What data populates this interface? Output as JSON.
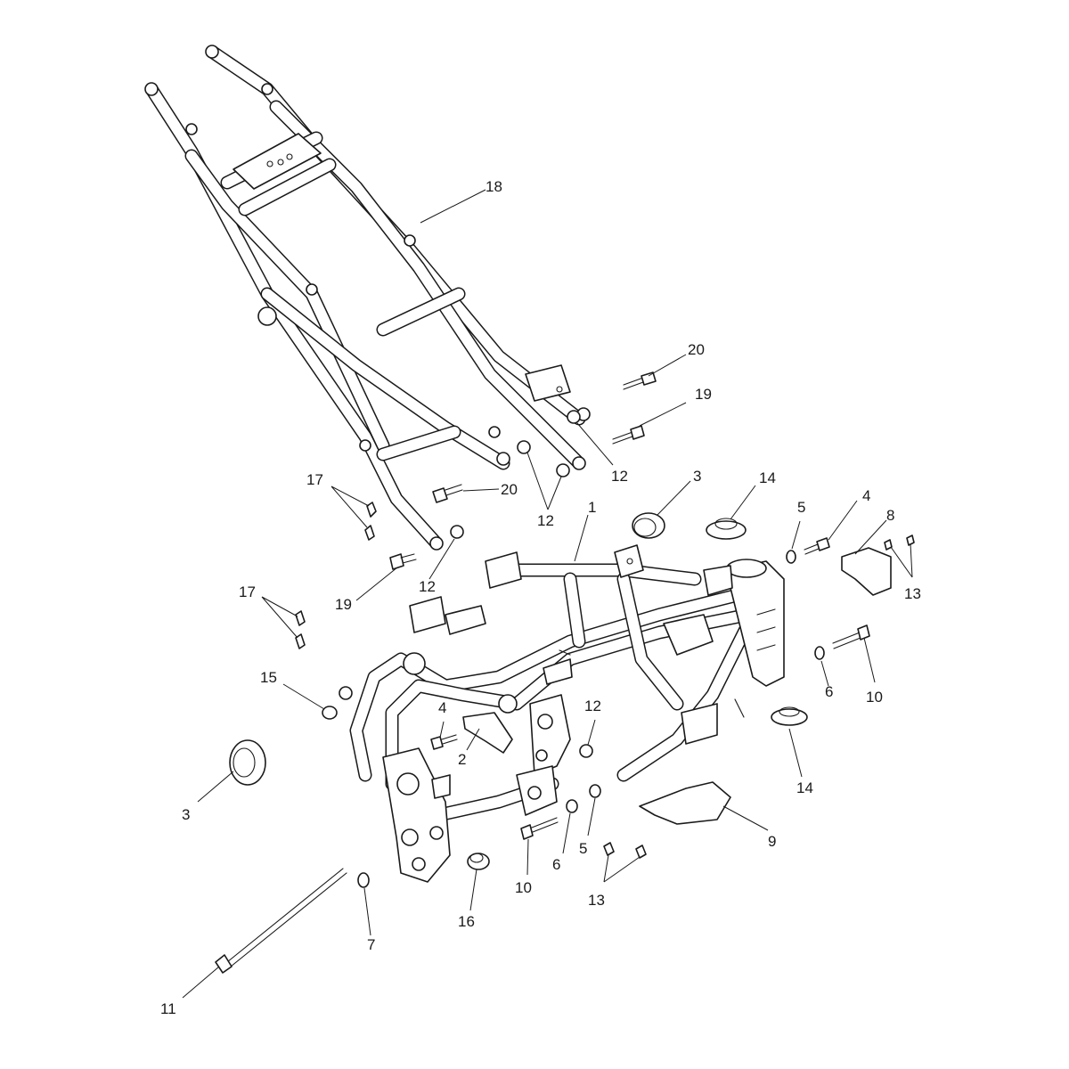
{
  "diagram": {
    "callouts": [
      {
        "id": "c18",
        "text": "18"
      },
      {
        "id": "c20a",
        "text": "20"
      },
      {
        "id": "c19a",
        "text": "19"
      },
      {
        "id": "c12a",
        "text": "12"
      },
      {
        "id": "c3a",
        "text": "3"
      },
      {
        "id": "c14a",
        "text": "14"
      },
      {
        "id": "c5a",
        "text": "5"
      },
      {
        "id": "c4a",
        "text": "4"
      },
      {
        "id": "c8",
        "text": "8"
      },
      {
        "id": "c13a",
        "text": "13"
      },
      {
        "id": "c17a",
        "text": "17"
      },
      {
        "id": "c20b",
        "text": "20"
      },
      {
        "id": "c12b",
        "text": "12"
      },
      {
        "id": "c1",
        "text": "1"
      },
      {
        "id": "c19b",
        "text": "19"
      },
      {
        "id": "c12c",
        "text": "12"
      },
      {
        "id": "c17b",
        "text": "17"
      },
      {
        "id": "c15",
        "text": "15"
      },
      {
        "id": "c10a",
        "text": "10"
      },
      {
        "id": "c6a",
        "text": "6"
      },
      {
        "id": "c14b",
        "text": "14"
      },
      {
        "id": "c4b",
        "text": "4"
      },
      {
        "id": "c2",
        "text": "2"
      },
      {
        "id": "c12d",
        "text": "12"
      },
      {
        "id": "c3b",
        "text": "3"
      },
      {
        "id": "c9",
        "text": "9"
      },
      {
        "id": "c10b",
        "text": "10"
      },
      {
        "id": "c6b",
        "text": "6"
      },
      {
        "id": "c5b",
        "text": "5"
      },
      {
        "id": "c13b",
        "text": "13"
      },
      {
        "id": "c16",
        "text": "16"
      },
      {
        "id": "c7",
        "text": "7"
      },
      {
        "id": "c11",
        "text": "11"
      }
    ],
    "colors": {
      "line": "#1a1a1a",
      "background": "#ffffff"
    }
  }
}
